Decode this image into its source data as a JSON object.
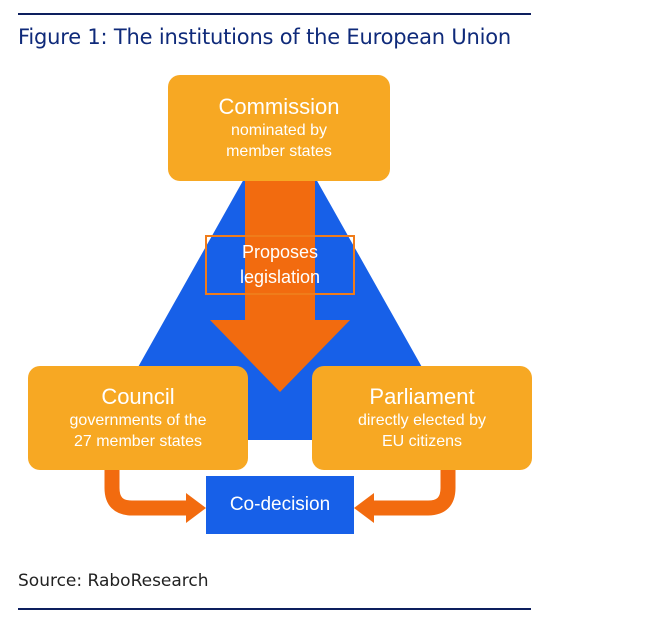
{
  "title": "Figure 1: The institutions of the European Union",
  "source": "Source: RaboResearch",
  "colors": {
    "rule": "#0d1f5e",
    "title": "#0f2a7a",
    "triangle": "#1760e8",
    "box": "#f7a823",
    "arrow": "#f26b0f"
  },
  "nodes": {
    "commission": {
      "name": "Commission",
      "desc_line1": "nominated by",
      "desc_line2": "member states"
    },
    "council": {
      "name": "Council",
      "desc_line1": "governments of the",
      "desc_line2": "27 member states"
    },
    "parliament": {
      "name": "Parliament",
      "desc_line1": "directly elected by",
      "desc_line2": "EU citizens"
    }
  },
  "center": {
    "line1": "Proposes",
    "line2": "legislation"
  },
  "outcome": {
    "label": "Co-decision"
  }
}
